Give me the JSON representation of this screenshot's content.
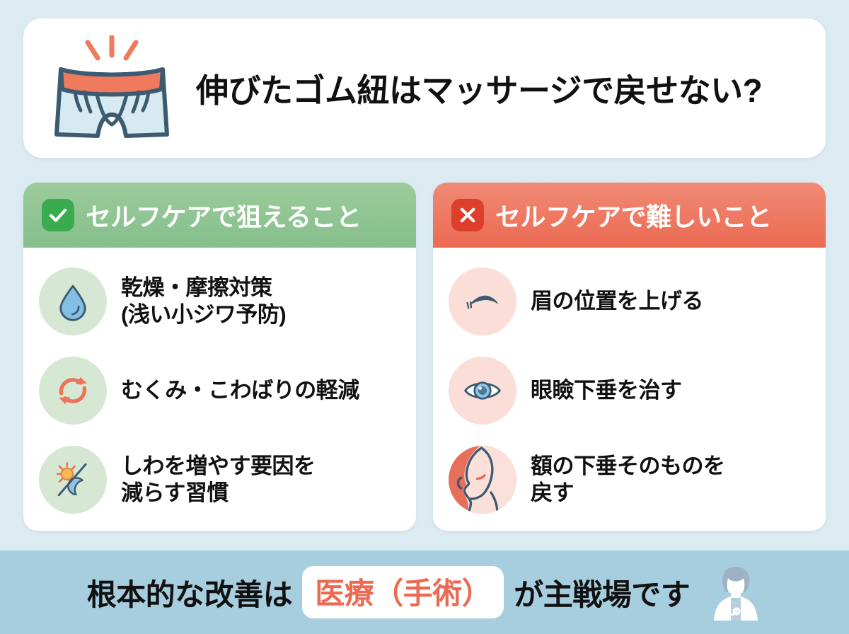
{
  "header": {
    "title": "伸びたゴム紐はマッサージで戻せない?",
    "illustration": "boxer-briefs-stretched-waistband-icon"
  },
  "columns": [
    {
      "id": "self-care-possible",
      "heading": "セルフケアで狙えること",
      "badge_icon": "check-icon",
      "header_color": "#85bf8b",
      "badge_color": "#3aab4e",
      "icon_bg": "#d6e8d3",
      "items": [
        {
          "label": "乾燥・摩擦対策\n(浅い小ジワ予防)",
          "icon": "water-droplet-icon"
        },
        {
          "label": "むくみ・こわばりの軽減",
          "icon": "refresh-cycle-icon"
        },
        {
          "label": "しわを増やす要因を\n減らす習慣",
          "icon": "sun-moon-icon"
        }
      ]
    },
    {
      "id": "self-care-difficult",
      "heading": "セルフケアで難しいこと",
      "badge_icon": "close-x-icon",
      "header_color": "#ec6a52",
      "badge_color": "#dd3f2c",
      "icon_bg": "#fbded7",
      "items": [
        {
          "label": "眉の位置を上げる",
          "icon": "eyebrow-icon"
        },
        {
          "label": "眼瞼下垂を治す",
          "icon": "eye-icon"
        },
        {
          "label": "額の下垂そのものを\n戻す",
          "icon": "face-profile-icon"
        }
      ]
    }
  ],
  "banner": {
    "lead": "根本的な改善は",
    "highlight": "医療（手術）",
    "tail": "が主戦場です",
    "highlight_color": "#ec6a52",
    "background_color": "#a7cedf",
    "doctor_icon": "doctor-icon"
  },
  "theme": {
    "page_background": "#dcebf2",
    "card_background": "#ffffff",
    "text_color": "#111111"
  }
}
